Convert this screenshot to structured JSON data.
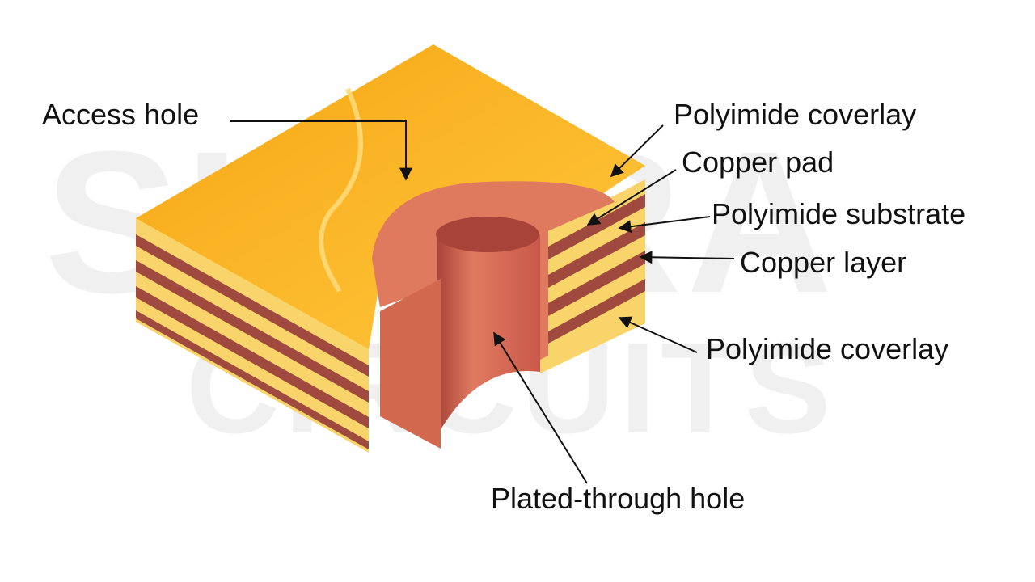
{
  "watermark": {
    "line1": "SIERRA",
    "line2": "CIRCUITS"
  },
  "labels": {
    "access_hole": "Access hole",
    "polyimide_coverlay_top": "Polyimide coverlay",
    "copper_pad": "Copper pad",
    "polyimide_substrate": "Polyimide substrate",
    "copper_layer": "Copper layer",
    "polyimide_coverlay_bottom": "Polyimide coverlay",
    "plated_through_hole": "Plated-through hole"
  },
  "colors": {
    "coverlay": "#F6A614",
    "coverlay_light": "#FFC83D",
    "substrate": "#F8D46A",
    "copper": "#A0493E",
    "copper_pad": "#E07A5F",
    "barrel": "#C9584A",
    "barrel_dark": "#A8433A",
    "arrow": "#111111"
  }
}
